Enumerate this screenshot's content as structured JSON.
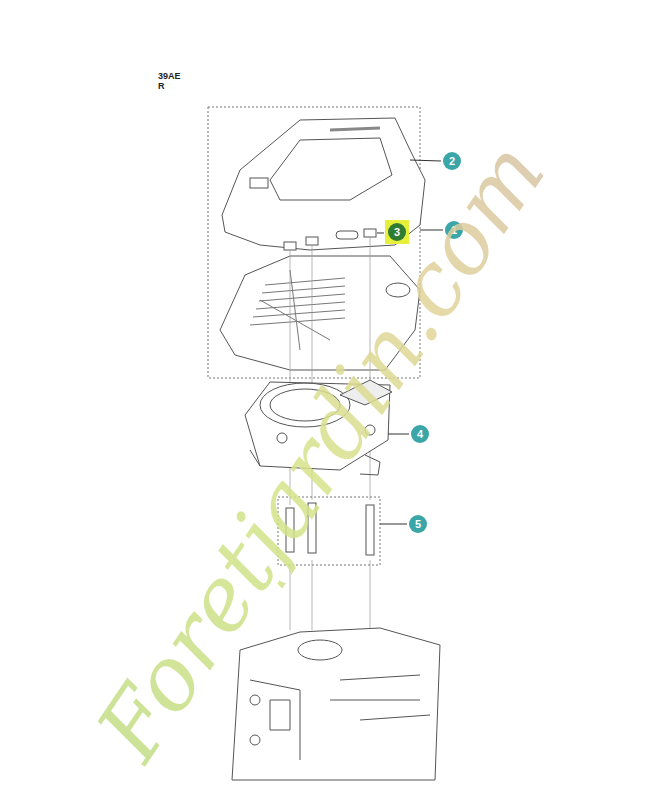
{
  "diagram": {
    "nodes": [
      {
        "text": [
          "2"
        ]
      },
      {
        "text": [
          "3"
        ]
      },
      {
        "text": [
          "1"
        ]
      },
      {
        "text": [
          "4"
        ]
      },
      {
        "text": [
          "5"
        ]
      }
    ],
    "labels": [
      "39AE",
      "R",
      "Foretjardin.com"
    ]
  }
}
